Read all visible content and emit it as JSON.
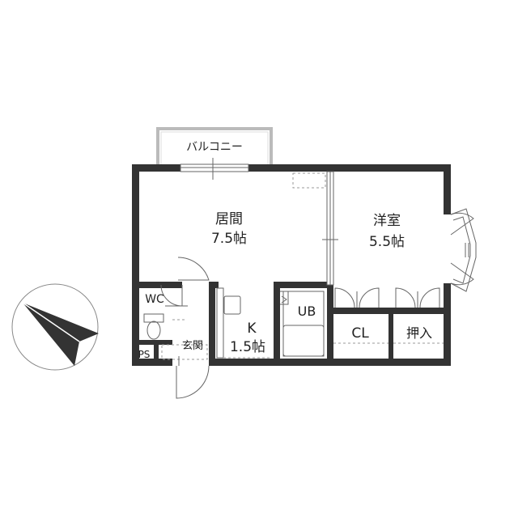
{
  "rooms": {
    "balcony": "バルコニー",
    "living_name": "居間",
    "living_size": "7.5帖",
    "western_name": "洋室",
    "western_size": "5.5帖",
    "wc": "WC",
    "entrance": "玄関",
    "ps": "PS",
    "kitchen_name": "K",
    "kitchen_size": "1.5帖",
    "unit_bath": "UB",
    "closet": "CL",
    "oshiire": "押入"
  },
  "compass": {
    "icon": "north-arrow-icon"
  },
  "colors": {
    "wall": "#333333",
    "line": "#666666",
    "balcony_rail": "#bbbbbb"
  }
}
